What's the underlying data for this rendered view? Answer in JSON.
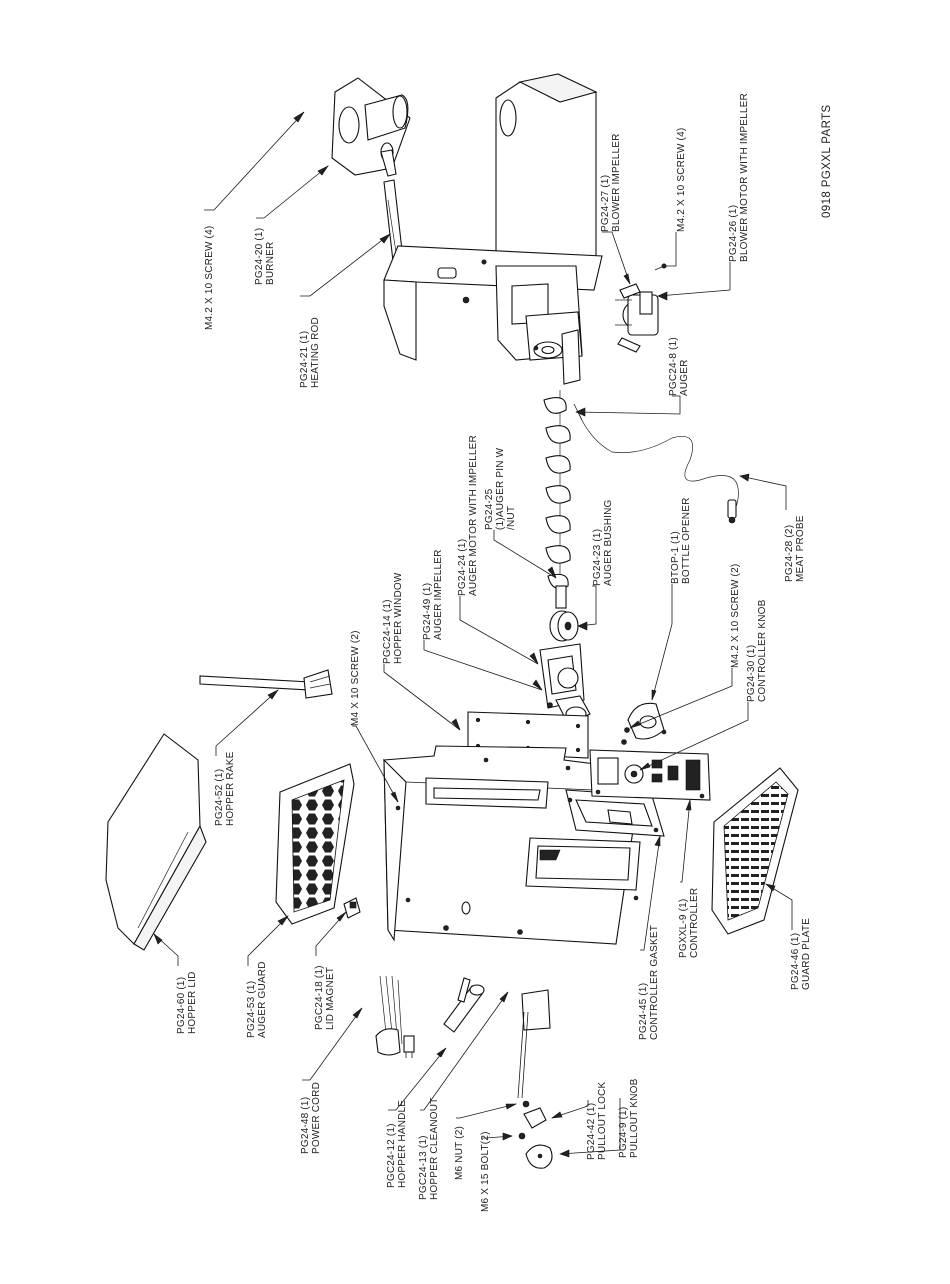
{
  "title": "0918 PGXXL PARTS",
  "callouts": {
    "screw_burner": {
      "l1": "M4.2 X 10 SCREW (4)",
      "l2": ""
    },
    "burner": {
      "l1": "PG24-20 (1)",
      "l2": "BURNER"
    },
    "heating_rod": {
      "l1": "PG24-21 (1)",
      "l2": "HEATING ROD"
    },
    "blower_impeller": {
      "l1": "PG24-27 (1)",
      "l2": "BLOWER IMPELLER"
    },
    "screw_blower": {
      "l1": "M4.2 X 10 SCREW (4)",
      "l2": ""
    },
    "blower_motor": {
      "l1": "PG24-26 (1)",
      "l2": "BLOWER MOTOR WITH IMPELLER"
    },
    "auger": {
      "l1": "PGC24-8 (1)",
      "l2": "AUGER"
    },
    "meat_probe": {
      "l1": "PG24-28 (2)",
      "l2": "MEAT PROBE"
    },
    "auger_motor": {
      "l1": "PG24-24 (1)",
      "l2": "AUGER MOTOR WITH IMPELLER"
    },
    "auger_pin": {
      "l1": "PG24-25",
      "l2": "(1)AUGER PIN W",
      "l3": "/NUT"
    },
    "auger_bushing": {
      "l1": "PG24-23 (1)",
      "l2": "AUGER BUSHING"
    },
    "auger_impeller": {
      "l1": "PG24-49 (1)",
      "l2": "AUGER IMPELLER"
    },
    "hopper_window": {
      "l1": "PGC24-14 (1)",
      "l2": "HOPPER WINDOW"
    },
    "screw_hopper": {
      "l1": "M4 X 10 SCREW (2)",
      "l2": ""
    },
    "bottle_opener": {
      "l1": "BTOP-1 (1)",
      "l2": "BOTTLE OPENER"
    },
    "screw_knob": {
      "l1": "M4.2 X 10 SCREW (2)",
      "l2": ""
    },
    "controller_knob": {
      "l1": "PG24-30 (1)",
      "l2": "CONTROLLER KNOB"
    },
    "hopper_rake": {
      "l1": "PG24-52 (1)",
      "l2": "HOPPER RAKE"
    },
    "hopper_lid": {
      "l1": "PG24-60 (1)",
      "l2": "HOPPER LID"
    },
    "auger_guard": {
      "l1": "PG24-53 (1)",
      "l2": "AUGER GUARD"
    },
    "lid_magnet": {
      "l1": "PGC24-18 (1)",
      "l2": "LID MAGNET"
    },
    "controller_gasket": {
      "l1": "PG24-45 (1)",
      "l2": "CONTROLLER GASKET"
    },
    "controller": {
      "l1": "PGXXL-9 (1)",
      "l2": "CONTROLLER"
    },
    "guard_plate": {
      "l1": "PG24-46 (1)",
      "l2": "GUARD PLATE"
    },
    "power_cord": {
      "l1": "PG24-48 (1)",
      "l2": "POWER CORD"
    },
    "hopper_handle": {
      "l1": "PGC24-12 (1)",
      "l2": "HOPPER HANDLE"
    },
    "hopper_cleanout": {
      "l1": "PGC24-13 (1)",
      "l2": "HOPPER CLEANOUT"
    },
    "m6_nut": {
      "l1": "M6 NUT (2)",
      "l2": ""
    },
    "m6_bolt": {
      "l1": "M6 X 15 BOLT(2)",
      "l2": ""
    },
    "pullout_lock": {
      "l1": "PG24-42 (1)",
      "l2": "PULLOUT LOCK"
    },
    "pullout_knob": {
      "l1": "PG24-9 (1)",
      "l2": "PULLOUT KNOB"
    }
  }
}
